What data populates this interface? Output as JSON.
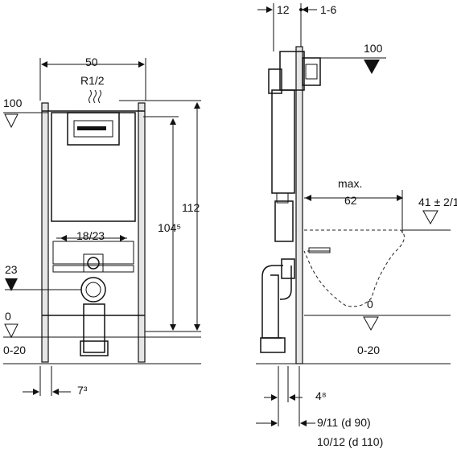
{
  "front_view": {
    "width_label": "50",
    "thread_label": "R1/2",
    "top_floor_label": "100",
    "total_height_label": "112",
    "inner_height_label": "104⁵",
    "span_label": "18/23",
    "pipe_height_label": "23",
    "floor_label": "0",
    "floor_range_label": "0-20",
    "foot_offset_label": "7³"
  },
  "side_view": {
    "depth_label": "12",
    "adjust_label": "1-6",
    "top_label": "100",
    "max_label": "max.",
    "projection_label": "62",
    "bowl_height_label": "41 ± 2/1",
    "floor_label": "0",
    "floor_range_label": "0-20",
    "pipe_offset_label": "4⁸",
    "pipe_depth_1": "9/11 (d 90)",
    "pipe_depth_2": "10/12 (d 110)"
  }
}
